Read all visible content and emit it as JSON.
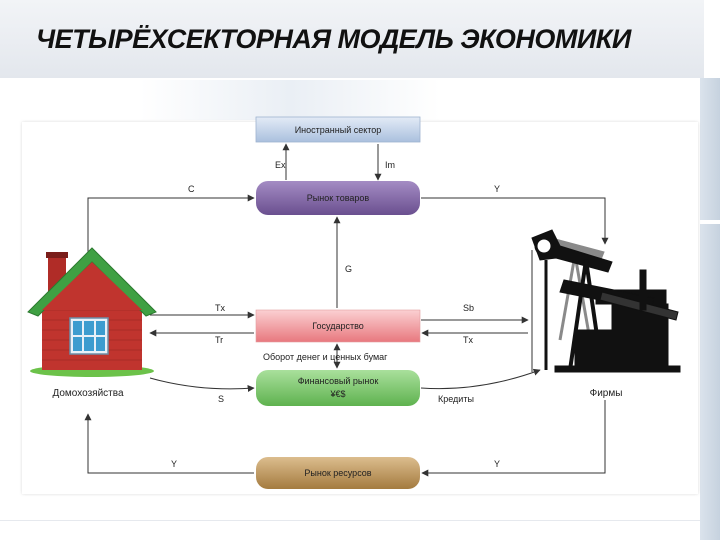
{
  "title": "ЧЕТЫРЁХСЕКТОРНАЯ МОДЕЛЬ ЭКОНОМИКИ",
  "boxes": {
    "foreign": "Иностранный сектор",
    "goods_market": "Рынок товаров",
    "government": "Государство",
    "financial_market": "Финансовый рынок",
    "financial_currencies": "¥€$",
    "resource_market": "Рынок ресурсов"
  },
  "nodes": {
    "households": "Домохозяйства",
    "firms": "Фирмы"
  },
  "flows": {
    "ex": "Ex",
    "im": "Im",
    "c": "C",
    "y_top": "Y",
    "g": "G",
    "tx_left": "Tx",
    "tr_left": "Tr",
    "sb": "Sb",
    "tx_right": "Tx",
    "turnover": "Оборот денег и ценных бумаг",
    "s": "S",
    "credits": "Кредиты",
    "y_bottom_left": "Y",
    "y_bottom_right": "Y"
  },
  "colors": {
    "foreign": "#c5d5ea",
    "goods_market": "#8064a2",
    "government": "#f2a0a4",
    "financial_market": "#7cc96d",
    "resource_market": "#c39a5e",
    "house_roof": "#3fa043",
    "house_wall": "#c0342e",
    "arrow": "#333333"
  }
}
